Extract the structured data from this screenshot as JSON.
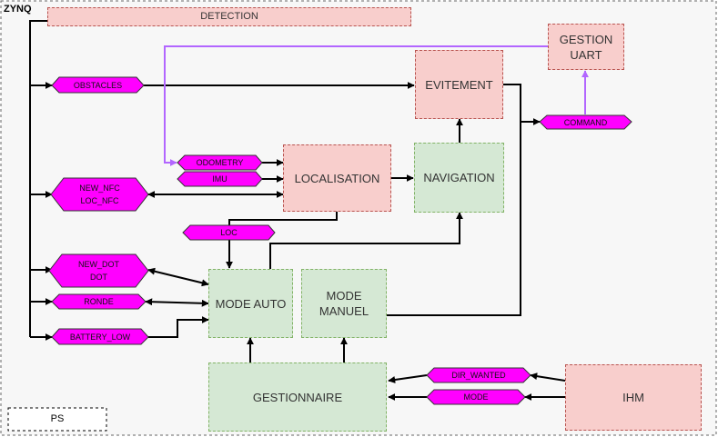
{
  "container": {
    "zynq_label": "ZYNQ",
    "ps_label": "PS"
  },
  "blocks": {
    "detection": "DETECTION",
    "gestion_uart_line1": "GESTION",
    "gestion_uart_line2": "UART",
    "evitement": "EVITEMENT",
    "localisation": "LOCALISATION",
    "navigation": "NAVIGATION",
    "mode_auto": "MODE AUTO",
    "mode_manuel_line1": "MODE",
    "mode_manuel_line2": "MANUEL",
    "gestionnaire": "GESTIONNAIRE",
    "ihm": "IHM"
  },
  "signals": {
    "obstacles": "OBSTACLES",
    "command": "COMMAND",
    "odometry": "ODOMETRY",
    "imu": "IMU",
    "new_nfc": "NEW_NFC",
    "loc_nfc": "LOC_NFC",
    "loc": "LOC",
    "new_dot": "NEW_DOT",
    "dot": "DOT",
    "ronde": "RONDE",
    "battery_low": "BATTERY_LOW",
    "dir_wanted": "DIR_WANTED",
    "mode": "MODE"
  },
  "colors": {
    "signal_fill": "#ff00ff",
    "uart_line": "#b266ff",
    "block_red": "#f8cecc",
    "block_green": "#d5e8d4"
  }
}
